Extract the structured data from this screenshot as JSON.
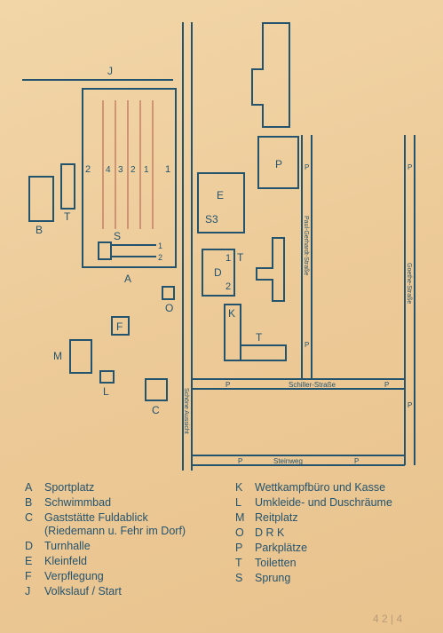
{
  "map": {
    "sport_labels": {
      "J": "J",
      "A": "A",
      "B": "B",
      "T1": "T",
      "S": "S",
      "S1": "1",
      "S2": "2",
      "O": "O",
      "F": "F",
      "M": "M",
      "L": "L",
      "C": "C",
      "E": "E",
      "S3": "S3",
      "D": "D",
      "D1": "1",
      "D2": "2",
      "T2": "T",
      "K": "K",
      "T3": "T",
      "P1": "P"
    },
    "lane_labels": [
      "2",
      "4",
      "3",
      "2",
      "1",
      "1"
    ],
    "parking_marker": "P",
    "streets": {
      "paul_gerhardt": "Paul-Gerhardt-Straße",
      "goethe": "Goethe-Straße",
      "schiller": "Schiller-Straße",
      "steinweg": "Steinweg",
      "schoene_aussicht": "Schöne Aussicht"
    }
  },
  "legend": [
    {
      "key": "A",
      "text": "Sportplatz"
    },
    {
      "key": "B",
      "text": "Schwimmbad"
    },
    {
      "key": "C",
      "text": "Gaststätte Fuldablick"
    },
    {
      "key": "",
      "text": "(Riedemann u. Fehr im Dorf)"
    },
    {
      "key": "D",
      "text": "Turnhalle"
    },
    {
      "key": "E",
      "text": "Kleinfeld"
    },
    {
      "key": "F",
      "text": "Verpflegung"
    },
    {
      "key": "J",
      "text": "Volkslauf / Start"
    },
    {
      "key": "K",
      "text": "Wettkampfbüro und Kasse"
    },
    {
      "key": "L",
      "text": "Umkleide- und Duschräume"
    },
    {
      "key": "M",
      "text": "Reitplatz"
    },
    {
      "key": "O",
      "text": "D R K"
    },
    {
      "key": "P",
      "text": "Parkplätze"
    },
    {
      "key": "T",
      "text": "Toiletten"
    },
    {
      "key": "S",
      "text": "Sprung"
    }
  ],
  "corner_note": "4 2 | 4",
  "colors": {
    "ink": "#24536e",
    "paper": "#efcf9f",
    "track": "#c8846a"
  }
}
